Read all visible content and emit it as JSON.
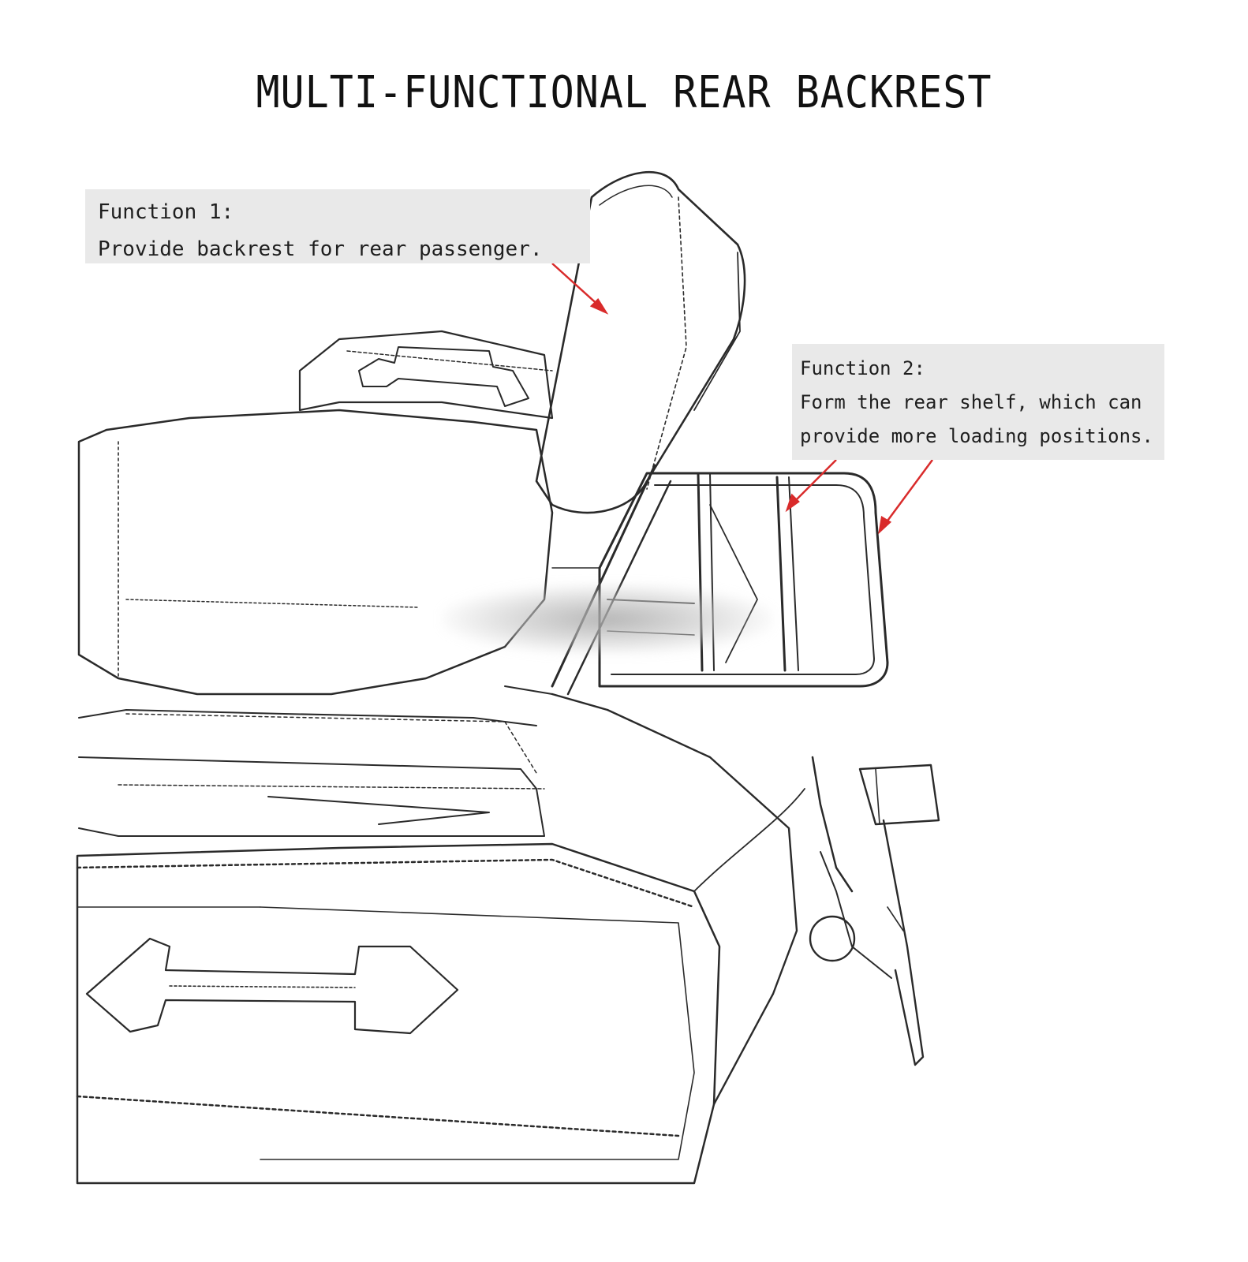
{
  "title": "MULTI-FUNCTIONAL REAR BACKREST",
  "callouts": [
    {
      "heading": "Function 1:",
      "lines": [
        "Provide backrest for rear passenger."
      ]
    },
    {
      "heading": "Function 2:",
      "lines": [
        "Form the rear shelf, which can",
        "provide more loading positions."
      ]
    }
  ],
  "colors": {
    "callout_background": "#e9e9e9",
    "arrow": "#d92b2b",
    "sketch_line": "#2a2a2a"
  }
}
